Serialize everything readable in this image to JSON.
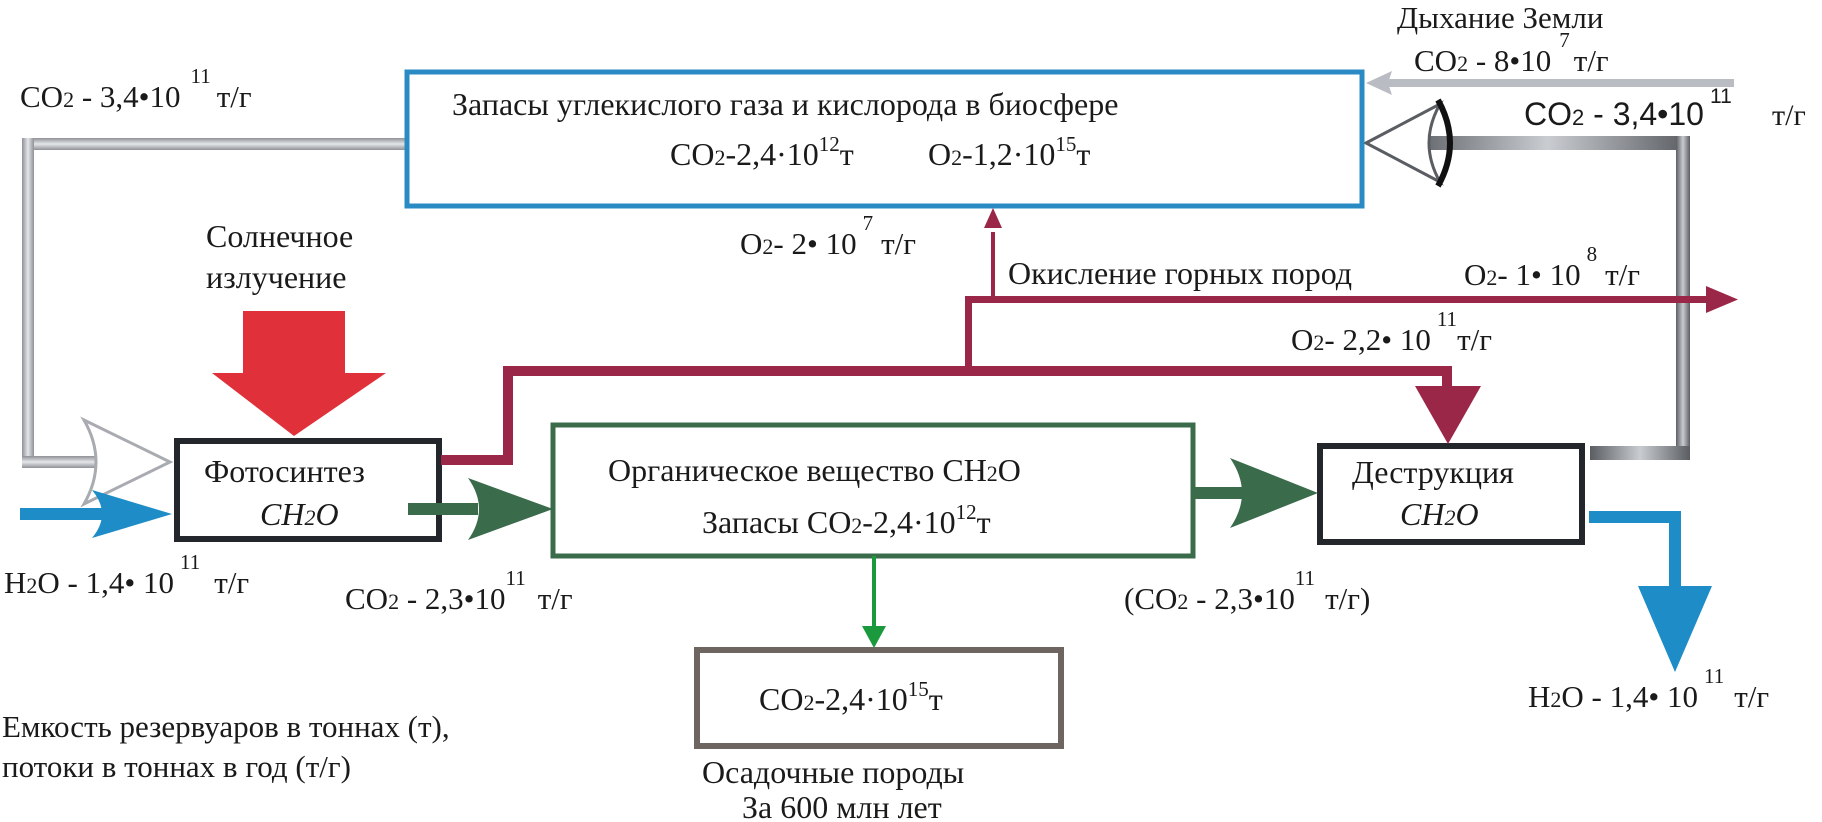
{
  "colors": {
    "biosphere_box": "#2a8bc4",
    "organic_box": "#3a6b4a",
    "sediment_box": "#6e6560",
    "process_box": "#23262b",
    "oxygen_flow": "#9b2748",
    "water_flow": "#1e8cc6",
    "co2_cycle": "#b9bcc2",
    "organic_flow": "#3a6b4a",
    "sediment_flow": "#1a9a3c",
    "solar": "#e0303a"
  },
  "boxes": {
    "biosphere": {
      "title": "Запасы углекислого газа и кислорода в биосфере",
      "co2_label": "CO",
      "co2_sub": "2",
      "co2_value": "-2,4·10",
      "co2_exp": "12",
      "co2_unit": "т",
      "o2_label": "O",
      "o2_sub": "2",
      "o2_value": "-1,2·10",
      "o2_exp": "15",
      "o2_unit": "т"
    },
    "photosynthesis": {
      "title": "Фотосинтез",
      "formula_pre": "CH",
      "formula_sub": "2",
      "formula_post": "O"
    },
    "organic": {
      "title_pre": "Органическое вещество CH",
      "title_sub": "2",
      "title_post": "O",
      "stock_pre": "Запасы CO",
      "stock_sub": "2",
      "stock_value": "-2,4·10",
      "stock_exp": "12",
      "stock_unit": "т"
    },
    "destruction": {
      "title": "Деструкция",
      "formula_pre": "CH",
      "formula_sub": "2",
      "formula_post": "O"
    },
    "sediment": {
      "co2_pre": "CO",
      "co2_sub": "2",
      "co2_value": "-2,4·10",
      "co2_exp": "15",
      "co2_unit": "т",
      "caption_1": "Осадочные породы",
      "caption_2": "За 600 млн лет"
    }
  },
  "labels": {
    "earth_breath": "Дыхание Земли",
    "earth_co2_pre": "CO",
    "earth_co2_sub": "2",
    "earth_co2_value": " - 8•10",
    "earth_co2_exp": "7",
    "earth_co2_unit": "т/г",
    "left_co2_pre": "CO",
    "left_co2_sub": "2",
    "left_co2_value": " - 3,4•10",
    "left_co2_exp": "11",
    "left_co2_unit": "т/г",
    "right_co2_pre": "CO",
    "right_co2_sub": "2",
    "right_co2_value": " - 3,4•10",
    "right_co2_exp": "11",
    "right_co2_unit": "т/г",
    "solar_1": "Солнечное",
    "solar_2": "излучение",
    "o2_up_pre": "O",
    "o2_up_sub": "2",
    "o2_up_value": "- 2•  10",
    "o2_up_exp": "7",
    "o2_up_unit": "т/г",
    "rock_oxidation": "Окисление горных пород",
    "o2_right_pre": "O",
    "o2_right_sub": "2",
    "o2_right_value": "- 1•  10",
    "o2_right_exp": "8",
    "o2_right_unit": "т/г",
    "o2_main_pre": "O",
    "o2_main_sub": "2",
    "o2_main_value": "- 2,2•  10",
    "o2_main_exp": "11",
    "o2_main_unit": "т/г",
    "h2o_left_pre": "H",
    "h2o_left_sub": "2",
    "h2o_left_value": "O - 1,4• 10",
    "h2o_left_exp": "11",
    "h2o_left_unit": "т/г",
    "co2_photo_pre": "CO",
    "co2_photo_sub": "2",
    "co2_photo_value": " - 2,3•10",
    "co2_photo_exp": "11",
    "co2_photo_unit": "т/г",
    "co2_destr_pre": "(CO",
    "co2_destr_sub": "2",
    "co2_destr_value": " - 2,3•10",
    "co2_destr_exp": "11",
    "co2_destr_unit": "т/г)",
    "h2o_right_pre": "H",
    "h2o_right_sub": "2",
    "h2o_right_value": "O - 1,4• 10",
    "h2o_right_exp": "11",
    "h2o_right_unit": "т/г",
    "legend_1": "Емкость резервуаров в тоннах (т),",
    "legend_2": "потоки в тоннах в год (т/г)"
  }
}
